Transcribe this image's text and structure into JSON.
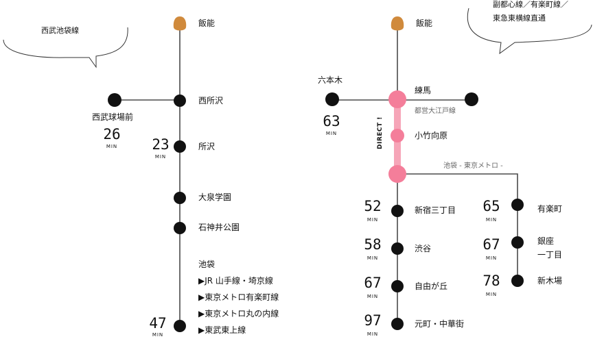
{
  "colors": {
    "line": "#4a4a4a",
    "station": "#111111",
    "terminus": "#d08a3c",
    "hub": "#f47e9a",
    "direct_path": "#f6a5b8"
  },
  "left": {
    "bubble_label": "西武池袋線",
    "stations": {
      "hanno": "飯能",
      "nishitokorozawa": "西所沢",
      "seibu_kyujomae": "西武球場前",
      "tokorozawa": "所沢",
      "oizumigakuen": "大泉学園",
      "shakujiikoen": "石神井公園",
      "ikebukuro": "池袋"
    },
    "ikebukuro_transfers": [
      "▶JR 山手線・埼京線",
      "▶東京メトロ有楽町線",
      "▶東京メトロ丸の内線",
      "▶東武東上線"
    ],
    "times": {
      "seibu_kyujomae": "26",
      "tokorozawa": "23",
      "ikebukuro": "47"
    }
  },
  "right": {
    "bubble_label_line1": "副都心線／有楽町線／",
    "bubble_label_line2": "東急東横線直通",
    "stations": {
      "hanno": "飯能",
      "nerima": "練馬",
      "roppongi": "六本木",
      "kotakemukaihara": "小竹向原",
      "shinjuku_sanchome": "新宿三丁目",
      "shibuya": "渋谷",
      "jiyugaoka": "自由が丘",
      "motomachi": "元町・中華街",
      "yurakucho": "有楽町",
      "ginza_itchome_l1": "銀座",
      "ginza_itchome_l2": "一丁目",
      "shinkiba": "新木場"
    },
    "oedo_label": "都営大江戸線",
    "ikebukuro_metro_label": "池袋 - 東京メトロ -",
    "direct_label": "DIRECT !",
    "times": {
      "roppongi": "63",
      "shinjuku_sanchome": "52",
      "shibuya": "58",
      "jiyugaoka": "67",
      "motomachi": "97",
      "yurakucho": "65",
      "ginza_itchome": "67",
      "shinkiba": "78"
    }
  },
  "min_unit": "MIN"
}
